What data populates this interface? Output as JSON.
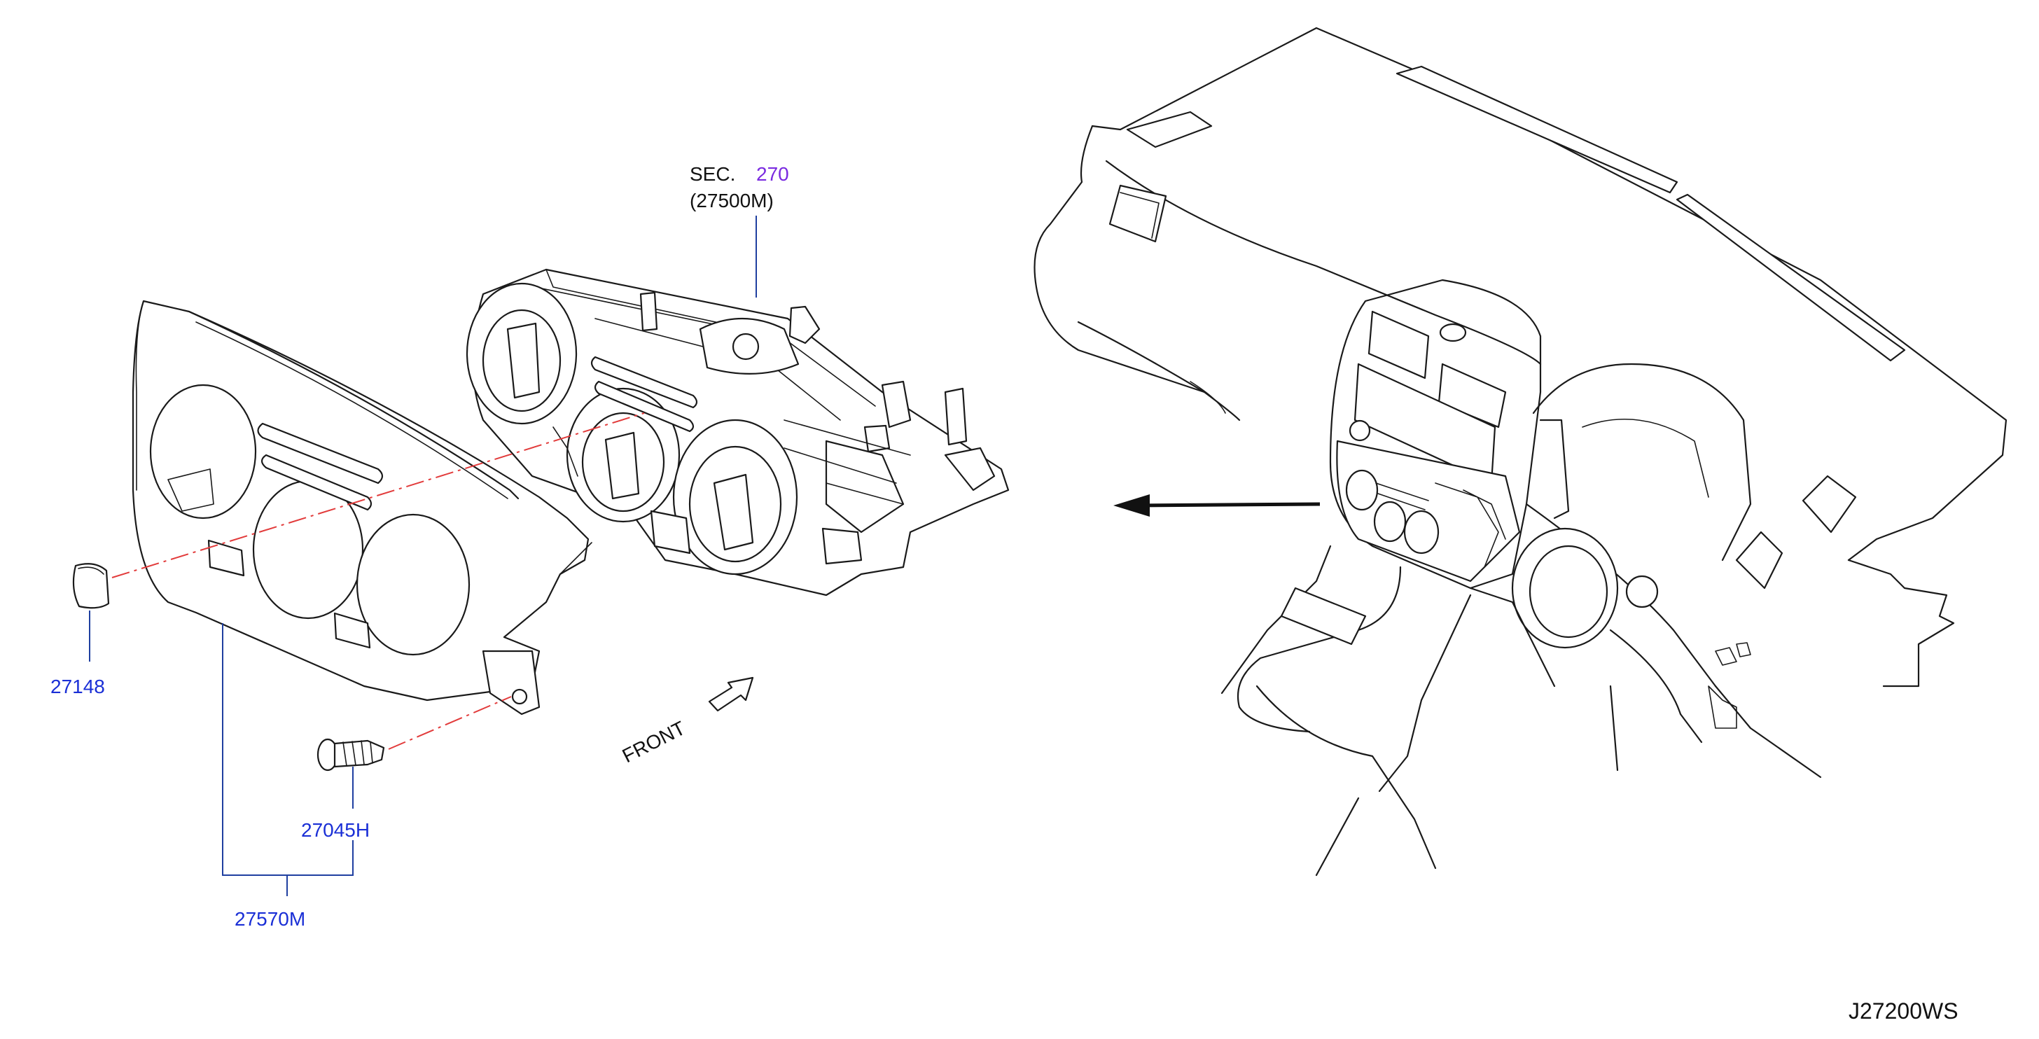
{
  "colors": {
    "part_number": "#1a2fd6",
    "section_number": "#7a2be0",
    "text": "#111111",
    "leader": "#1f3fa0",
    "centerline": "#e23b3b"
  },
  "labels": {
    "sec_prefix": "SEC.",
    "sec_number": "270",
    "sec_ref": "(27500M)",
    "part_27148": "27148",
    "part_27045H": "27045H",
    "part_27570M": "27570M",
    "front": "FRONT",
    "diagram_id": "J27200WS"
  }
}
